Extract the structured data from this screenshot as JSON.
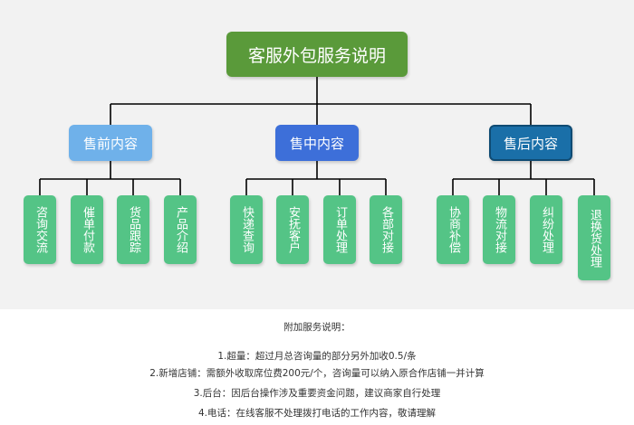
{
  "root": {
    "label": "客服外包服务说明"
  },
  "categories": [
    {
      "label": "售前内容",
      "items": [
        "咨询交流",
        "催单付款",
        "货品跟踪",
        "产品介绍"
      ]
    },
    {
      "label": "售中内容",
      "items": [
        "快递查询",
        "安抚客户",
        "订单处理",
        "各部对接"
      ]
    },
    {
      "label": "售后内容",
      "items": [
        "协商补偿",
        "物流对接",
        "纠纷处理",
        "退换货处理"
      ]
    }
  ],
  "notes": {
    "title": "附加服务说明：",
    "lines": [
      "1.超量：超过月总咨询量的部分另外加收0.5/条",
      "2.新增店铺：需额外收取席位费200元/个，咨询量可以纳入原合作店铺一并计算",
      "3.后台：因后台操作涉及重要资金问题，建议商家自行处理",
      "4.电话：在线客服不处理拨打电话的工作内容，敬请理解"
    ]
  },
  "colors": {
    "root": "#5a9a3a",
    "presale": "#6fb1ea",
    "insale": "#3d6fd9",
    "aftersale": "#1a6fa8",
    "leaf": "#54c486",
    "connector": "#000000",
    "panel": "#f2f2f2"
  }
}
